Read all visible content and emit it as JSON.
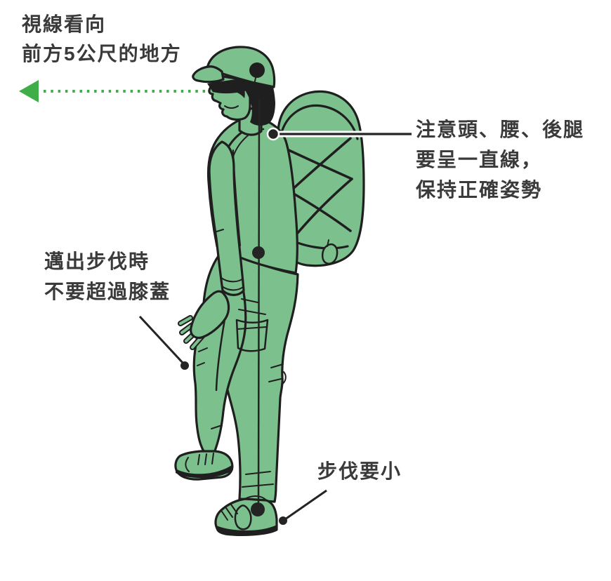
{
  "colors": {
    "background": "#ffffff",
    "figure_green": "#7cc08d",
    "arrow_green": "#3fae49",
    "ink": "#1f1f1f",
    "annotation": "#242424",
    "text": "#3a3a3a"
  },
  "labels": {
    "gaze": {
      "lines": [
        "視線看向",
        "前方5公尺的地方"
      ]
    },
    "posture": {
      "lines": [
        "注意頭、腰、後腿",
        "要呈一直線，",
        "保持正確姿勢"
      ]
    },
    "stride": {
      "lines": [
        "邁出步伐時",
        "不要超過膝蓋"
      ]
    },
    "small_steps": {
      "lines": [
        "步伐要小"
      ]
    }
  },
  "icons": {
    "gaze_arrow": "green-dotted-arrow-left",
    "illustration": "hiker-with-backpack-side-profile"
  }
}
